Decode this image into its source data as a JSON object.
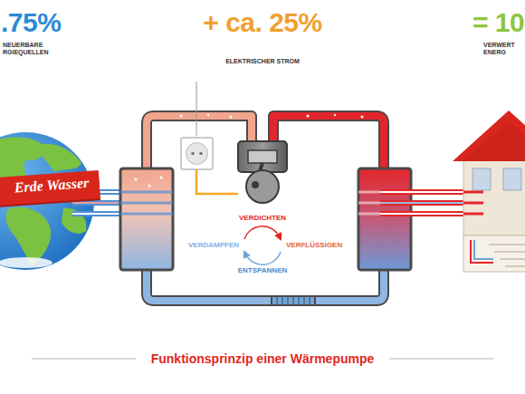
{
  "diagram": {
    "caption": "Funktionsprinzip einer Wärmepumpe",
    "nodes": [
      {
        "text": [
          "Erde Wasser"
        ]
      }
    ],
    "labels": [
      ".75%",
      "NEUERBARE RGIEQUELLEN",
      "+ ca. 25%",
      "ELEKTRISCHER STROM",
      "= 10",
      "VERWERT ENERG",
      "VERDICHTEN",
      "VERDAMPFEN",
      "VERFLÜSSIGEN",
      "ENTSPANNEN"
    ]
  }
}
